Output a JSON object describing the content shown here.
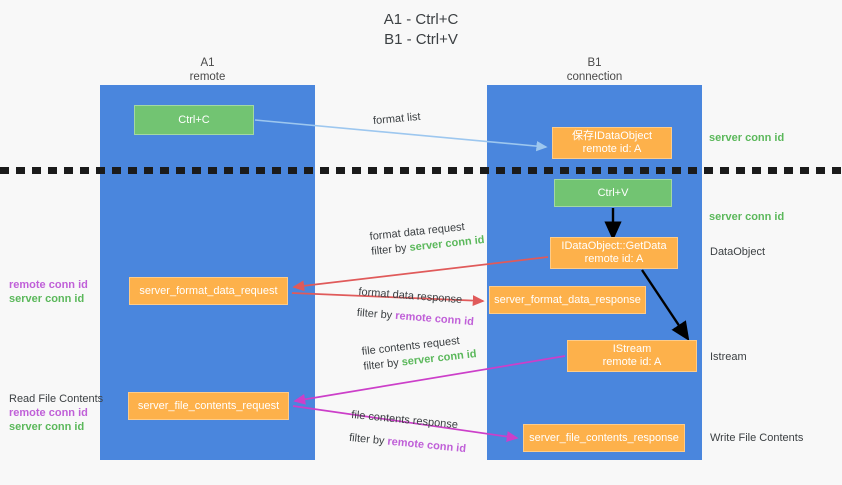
{
  "title": "A1 - Ctrl+C\nB1 - Ctrl+V",
  "columns": [
    {
      "name": "A1",
      "role": "remote",
      "header": "A1\nremote"
    },
    {
      "name": "B1",
      "role": "connection",
      "header": "B1\nconnection"
    }
  ],
  "nodes": {
    "ctrl_c": {
      "label": "Ctrl+C",
      "color": "#72c472",
      "lane": "A1"
    },
    "ctrl_v": {
      "label": "Ctrl+V",
      "color": "#72c472",
      "lane": "B1"
    },
    "store_dataobject": {
      "label": "保存IDataObject\nremote id: A",
      "color": "#fdb14b",
      "lane": "B1"
    },
    "getdata": {
      "label": "IDataObject::GetData\nremote id: A",
      "color": "#fdb14b",
      "lane": "B1"
    },
    "format_data_request": {
      "label": "server_format_data_request",
      "color": "#fdb14b",
      "lane": "A1"
    },
    "format_data_response": {
      "label": "server_format_data_response",
      "color": "#fdb14b",
      "lane": "B1"
    },
    "istream": {
      "label": "IStream\nremote id: A",
      "color": "#fdb14b",
      "lane": "B1"
    },
    "file_contents_request": {
      "label": "server_file_contents_request",
      "color": "#fdb14b",
      "lane": "A1"
    },
    "file_contents_response": {
      "label": "server_file_contents_response",
      "color": "#fdb14b",
      "lane": "B1"
    }
  },
  "flows": {
    "format_list": {
      "label": "format list",
      "color": "#9dc7ef"
    },
    "format_data_request": {
      "line1": "format data request",
      "line2_prefix": "filter by ",
      "line2_token": "server conn id",
      "color": "#e05a5a"
    },
    "format_data_response": {
      "line1": "format data response",
      "line2_prefix": "filter by ",
      "line2_token": "remote conn id",
      "color": "#e05a5a"
    },
    "file_contents_request": {
      "line1": "file contents request",
      "line2_prefix": "filter by ",
      "line2_token": "server conn id",
      "color": "#cc3fc9"
    },
    "file_contents_response": {
      "line1": "file contents response",
      "line2_prefix": "filter by ",
      "line2_token": "remote conn id",
      "color": "#cc3fc9"
    }
  },
  "annotations": {
    "right": [
      {
        "text": "server conn id",
        "kind": "server"
      },
      {
        "text": "server conn id",
        "kind": "server"
      },
      {
        "text": "DataObject",
        "kind": "plain"
      },
      {
        "text": "Istream",
        "kind": "plain"
      },
      {
        "text": "Write File Contents",
        "kind": "plain"
      }
    ],
    "left": [
      {
        "line1": "remote conn id",
        "line2": "server conn id",
        "heading": ""
      },
      {
        "line1": "remote conn id",
        "line2": "server conn id",
        "heading": "Read File Contents"
      }
    ]
  },
  "colors": {
    "lane": "#4a86dd",
    "green": "#72c472",
    "orange": "#fdb14b",
    "remote_conn_id": "#c060d8",
    "server_conn_id": "#5bb85b",
    "background": "#f8f8f8",
    "separator": "#1b1b1b"
  }
}
